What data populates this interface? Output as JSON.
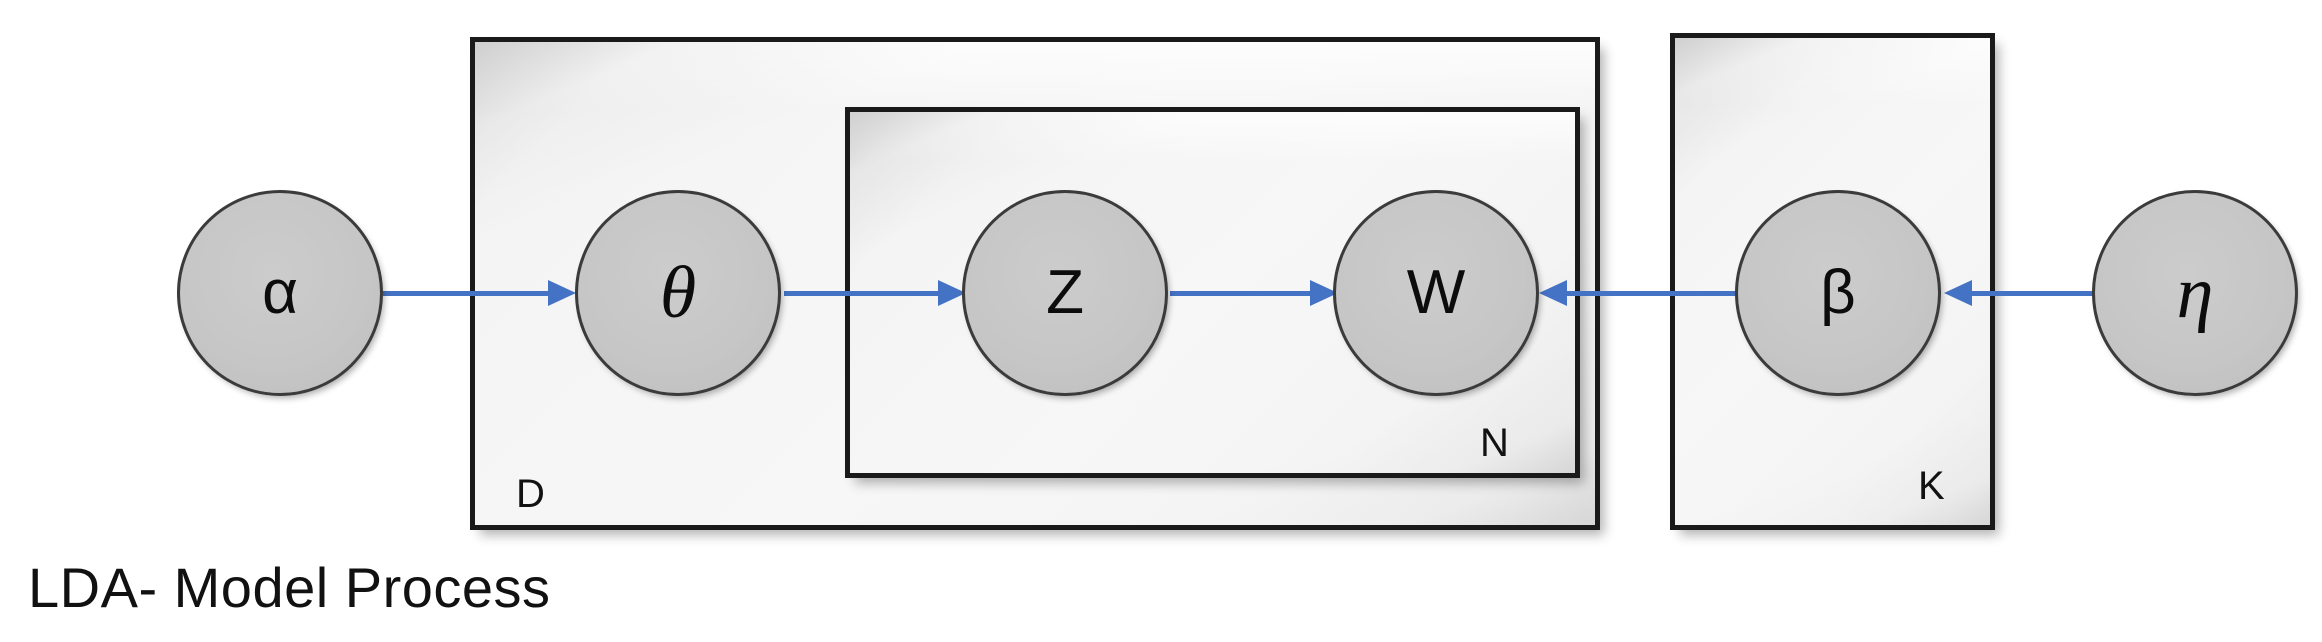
{
  "figure": {
    "caption": "LDA- Model Process",
    "background_color": "#ffffff",
    "accent_color": "#4472c4",
    "node_fill_color": "#c6c6c6",
    "node_stroke_color": "#3b3b3b",
    "plate_stroke_color": "#1a1a1a"
  },
  "diagram": {
    "type": "plate-notation-graphical-model",
    "plates": [
      {
        "id": "D",
        "label": "D",
        "label_position": "bottom-left",
        "contains": [
          "theta",
          "plate-N"
        ]
      },
      {
        "id": "N",
        "label": "N",
        "label_position": "bottom-right",
        "contains": [
          "z",
          "w"
        ]
      },
      {
        "id": "K",
        "label": "K",
        "label_position": "bottom-right",
        "contains": [
          "beta"
        ]
      }
    ],
    "nodes": [
      {
        "id": "alpha",
        "label": "α",
        "style": "sans",
        "shaded": true
      },
      {
        "id": "theta",
        "label": "θ",
        "style": "serif-italic",
        "shaded": true
      },
      {
        "id": "z",
        "label": "Z",
        "style": "sans",
        "shaded": true
      },
      {
        "id": "w",
        "label": "W",
        "style": "sans",
        "shaded": true
      },
      {
        "id": "beta",
        "label": "β",
        "style": "sans",
        "shaded": true
      },
      {
        "id": "eta",
        "label": "η",
        "style": "serif-italic",
        "shaded": true
      }
    ],
    "edges": [
      {
        "from": "alpha",
        "to": "theta",
        "direction": "right"
      },
      {
        "from": "theta",
        "to": "z",
        "direction": "right"
      },
      {
        "from": "z",
        "to": "w",
        "direction": "right"
      },
      {
        "from": "beta",
        "to": "w",
        "direction": "left"
      },
      {
        "from": "eta",
        "to": "beta",
        "direction": "left"
      }
    ]
  }
}
